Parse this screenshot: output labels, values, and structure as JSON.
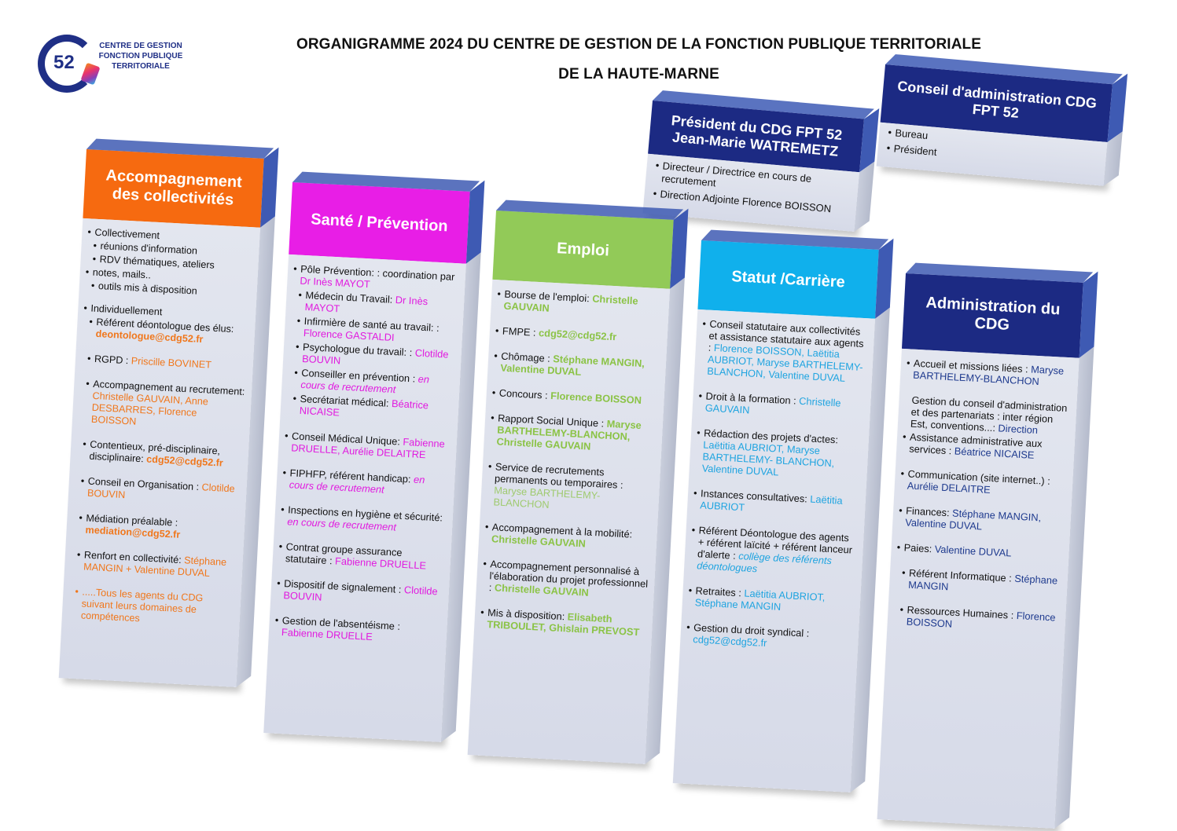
{
  "logo": {
    "number": "52",
    "line1": "CENTRE DE GESTION",
    "line2": "FONCTION PUBLIQUE",
    "line3": "TERRITORIALE"
  },
  "title": {
    "line1": "ORGANIGRAMME 2024 DU CENTRE DE GESTION DE LA FONCTION PUBLIQUE TERRITORIALE",
    "line2": "DE LA HAUTE-MARNE"
  },
  "president": {
    "title1": "Président du CDG FPT 52",
    "title2": "Jean-Marie WATREMETZ",
    "items": [
      "Directeur / Directrice en cours de recrutement",
      "Direction Adjointe Florence BOISSON"
    ]
  },
  "conseil": {
    "title1": "Conseil d'administration CDG",
    "title2": "FPT 52",
    "items": [
      "Bureau",
      "Président"
    ]
  },
  "accompagnement": {
    "title1": "Accompagnement",
    "title2": "des collectivités",
    "collectivement": "Collectivement",
    "reunions": "réunions d'information",
    "rdv": "RDV thématiques, ateliers",
    "notes": "notes, mails..",
    "outils": "outils mis à disposition",
    "individuellement": "Individuellement",
    "referent_label": "Référent déontologue des élus:",
    "referent_email": "deontologue@cdg52.fr",
    "rgpd_label": "RGPD : ",
    "rgpd_name": "Priscille BOVINET",
    "recrut_label": "Accompagnement au recrutement:",
    "recrut_names": "Christelle GAUVAIN, Anne DESBARRES, Florence BOISSON",
    "contentieux_label": "Contentieux,  pré-disciplinaire, disciplinaire: ",
    "contentieux_email": "cdg52@cdg52.fr",
    "organisation_label": "Conseil en Organisation : ",
    "organisation_name": "Clotilde BOUVIN",
    "mediation_label": "Médiation préalable :",
    "mediation_email": "mediation@cdg52.fr",
    "renfort_label": "Renfort en collectivité: ",
    "renfort_names": "Stéphane MANGIN + Valentine DUVAL",
    "tous": ".....Tous les agents du CDG suivant leurs domaines de compétences"
  },
  "sante": {
    "title": "Santé / Prévention",
    "pole_label": "Pôle Prévention: : coordination par ",
    "pole_name": "Dr Inès MAYOT",
    "medecin_label": "Médecin du Travail: ",
    "medecin_name": "Dr Inès MAYOT",
    "infirmiere_label": "Infirmière de santé au travail: :",
    "infirmiere_name": "Florence GASTALDI",
    "psycho_label": "Psychologue du travail: :",
    "psycho_name": "Clotilde BOUVIN",
    "conseiller_label": "Conseiller en prévention : ",
    "conseiller_name": "en cours de recrutement",
    "secretariat_label": "Secrétariat médical: ",
    "secretariat_name": "Béatrice NICAISE",
    "conseil_medical_label": "Conseil Médical Unique:",
    "conseil_medical_names": "Fabienne DRUELLE, Aurélie DELAITRE",
    "fiphfp_label": "FIPHFP, référent handicap: ",
    "fiphfp_name": "en cours de recrutement",
    "inspections_label": "Inspections en hygiène et sécurité: ",
    "inspections_name": "en cours de recrutement",
    "contrat_label": "Contrat groupe assurance statutaire : ",
    "contrat_name": "Fabienne DRUELLE",
    "dispositif_label": "Dispositif de signalement :",
    "dispositif_name": "Clotilde BOUVIN",
    "absenteisme_label": "Gestion de l'absentéisme :",
    "absenteisme_name": "Fabienne DRUELLE"
  },
  "emploi": {
    "title": "Emploi",
    "bourse_label": "Bourse de l'emploi: ",
    "bourse_name": "Christelle GAUVAIN",
    "fmpe_label": "FMPE : ",
    "fmpe_email": "cdg52@cdg52.fr",
    "chomage_label": "Chômage : ",
    "chomage_names": "Stéphane MANGIN, Valentine DUVAL",
    "concours_label": "Concours : ",
    "concours_name": "Florence BOISSON",
    "rapport_label": "Rapport Social Unique : ",
    "rapport_names": "Maryse BARTHELEMY-BLANCHON, Christelle GAUVAIN",
    "service_label": "Service de recrutements permanents ou temporaires :",
    "service_name": "Maryse BARTHELEMY-BLANCHON",
    "mobilite_label": "Accompagnement à la mobilité:",
    "mobilite_name": "Christelle GAUVAIN",
    "perso_label": "Accompagnement personnalisé à l'élaboration du projet professionnel : ",
    "perso_name": "Christelle GAUVAIN",
    "mis_label": "Mis à disposition: ",
    "mis_names": "Elisabeth TRIBOULET, Ghislain PREVOST"
  },
  "statut": {
    "title": "Statut /Carrière",
    "conseil_label": "Conseil statutaire aux collectivités et assistance statutaire aux agents : ",
    "conseil_names": "Florence BOISSON, Laëtitia AUBRIOT, Maryse BARTHELEMY-BLANCHON, Valentine DUVAL",
    "formation_label": "Droit à la formation : ",
    "formation_name": "Christelle GAUVAIN",
    "redaction_label": "Rédaction des projets d'actes:",
    "redaction_names": "Laëtitia AUBRIOT, Maryse BARTHELEMY- BLANCHON, Valentine DUVAL",
    "instances_label": "Instances consultatives: ",
    "instances_name": "Laëtitia AUBRIOT",
    "referent_label": "Référent Déontologue des agents + référent laïcité + référent lanceur d'alerte : ",
    "referent_name": "collège des référents déontologues",
    "retraites_label": "Retraites : ",
    "retraites_names": "Laëtitia AUBRIOT, Stéphane MANGIN",
    "syndical_label": "Gestion du droit syndical :",
    "syndical_email": "cdg52@cdg52.fr"
  },
  "administration": {
    "title1": "Administration du",
    "title2": "CDG",
    "accueil_label": "Accueil et missions liées : ",
    "accueil_name": "Maryse BARTHELEMY-BLANCHON",
    "gestion_label": "Gestion du conseil d'administration et des partenariats : inter région Est, conventions...: ",
    "gestion_name": "Direction",
    "assistance_label": "Assistance administrative aux services : ",
    "assistance_name": "Béatrice NICAISE",
    "communication_label": "Communication (site internet..) :",
    "communication_name": "Aurélie DELAITRE",
    "finances_label": "Finances: ",
    "finances_names": "Stéphane MANGIN, Valentine DUVAL",
    "paies_label": "Paies: ",
    "paies_name": "Valentine DUVAL",
    "informatique_label": "Référent Informatique :",
    "informatique_name": "Stéphane MANGIN",
    "rh_label": "Ressources Humaines : ",
    "rh_name": "Florence BOISSON"
  },
  "colors": {
    "orange": "#f66a10",
    "magenta": "#e81ee6",
    "green": "#92ca58",
    "cyan": "#10b0ec",
    "navy": "#1c2a83"
  }
}
